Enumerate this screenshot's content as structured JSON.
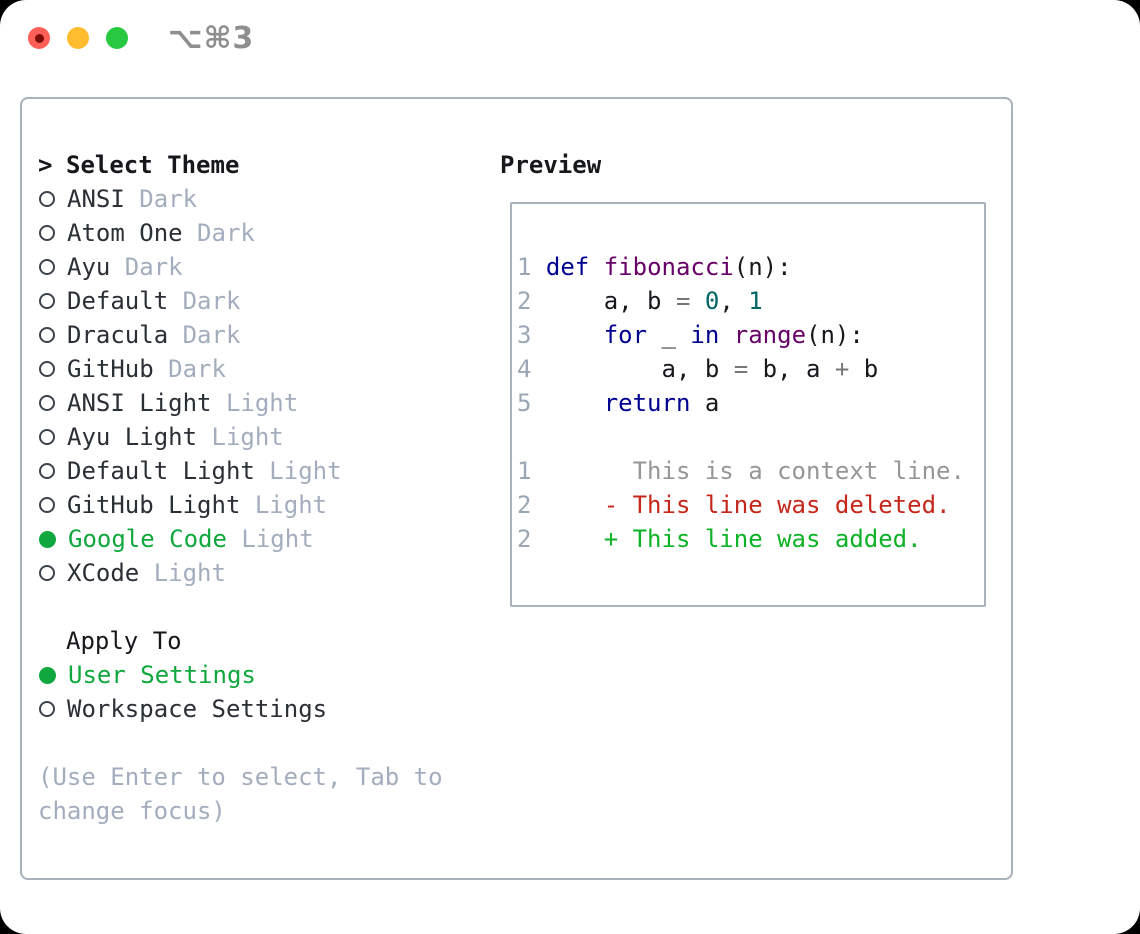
{
  "titlebar": {
    "title": "⌥⌘3",
    "buttons": [
      "close",
      "minimize",
      "zoom"
    ]
  },
  "theme_picker": {
    "header_prefix": ">",
    "header": "Select Theme",
    "items": [
      {
        "name": "ANSI",
        "variant": "Dark",
        "selected": false
      },
      {
        "name": "Atom One",
        "variant": "Dark",
        "selected": false
      },
      {
        "name": "Ayu",
        "variant": "Dark",
        "selected": false
      },
      {
        "name": "Default",
        "variant": "Dark",
        "selected": false
      },
      {
        "name": "Dracula",
        "variant": "Dark",
        "selected": false
      },
      {
        "name": "GitHub",
        "variant": "Dark",
        "selected": false
      },
      {
        "name": "ANSI Light",
        "variant": "Light",
        "selected": false
      },
      {
        "name": "Ayu Light",
        "variant": "Light",
        "selected": false
      },
      {
        "name": "Default Light",
        "variant": "Light",
        "selected": false
      },
      {
        "name": "GitHub Light",
        "variant": "Light",
        "selected": false
      },
      {
        "name": "Google Code",
        "variant": "Light",
        "selected": true
      },
      {
        "name": "XCode",
        "variant": "Light",
        "selected": false
      }
    ],
    "apply_to": {
      "header": "Apply To",
      "options": [
        {
          "name": "User Settings",
          "selected": true
        },
        {
          "name": "Workspace Settings",
          "selected": false
        }
      ]
    },
    "help": [
      "(Use Enter to select, Tab to",
      "change focus)"
    ]
  },
  "preview": {
    "header": "Preview",
    "lines": [
      {
        "num": "1",
        "segs": [
          [
            "pln",
            " "
          ],
          [
            "kw",
            "def"
          ],
          [
            "pln",
            " "
          ],
          [
            "fn",
            "fibonacci"
          ],
          [
            "pln",
            "(n):"
          ]
        ]
      },
      {
        "num": "2",
        "segs": [
          [
            "pln",
            "     a, b "
          ],
          [
            "op",
            "="
          ],
          [
            "pln",
            " "
          ],
          [
            "lit",
            "0"
          ],
          [
            "pln",
            ", "
          ],
          [
            "lit",
            "1"
          ]
        ]
      },
      {
        "num": "3",
        "segs": [
          [
            "pln",
            "     "
          ],
          [
            "kw",
            "for"
          ],
          [
            "pln",
            " _ "
          ],
          [
            "kw",
            "in"
          ],
          [
            "pln",
            " "
          ],
          [
            "fn",
            "range"
          ],
          [
            "pln",
            "(n):"
          ]
        ]
      },
      {
        "num": "4",
        "segs": [
          [
            "pln",
            "         a, b "
          ],
          [
            "op",
            "="
          ],
          [
            "pln",
            " b, a "
          ],
          [
            "op",
            "+"
          ],
          [
            "pln",
            " b"
          ]
        ]
      },
      {
        "num": "5",
        "segs": [
          [
            "pln",
            "     "
          ],
          [
            "kw",
            "return"
          ],
          [
            "pln",
            " a"
          ]
        ]
      },
      {
        "num": "",
        "segs": []
      },
      {
        "num": "1",
        "segs": [
          [
            "ctx",
            "       This is a context line."
          ]
        ]
      },
      {
        "num": "2",
        "segs": [
          [
            "del",
            "     - This line was deleted."
          ]
        ]
      },
      {
        "num": "2",
        "segs": [
          [
            "add",
            "     + This line was added."
          ]
        ]
      }
    ]
  },
  "colors": {
    "border": "#a9b1bc",
    "text-black": "#17181c",
    "text-dark": "#2b2f36",
    "muted": "#a3adbd",
    "radio-stroke": "#3d434c",
    "ui-green": "#10a83e",
    "title-gray": "#8e8e8e",
    "light-red": "#ff5f57",
    "light-red-dot": "#7c0e07",
    "light-yellow": "#febc2e",
    "light-green": "#28c840",
    "num": "#9aa6b4",
    "kw": "#000090",
    "fn": "#660066",
    "lit": "#006666",
    "op": "#777777",
    "ctx": "#969696",
    "del": "#c5271b",
    "add": "#0db226"
  }
}
